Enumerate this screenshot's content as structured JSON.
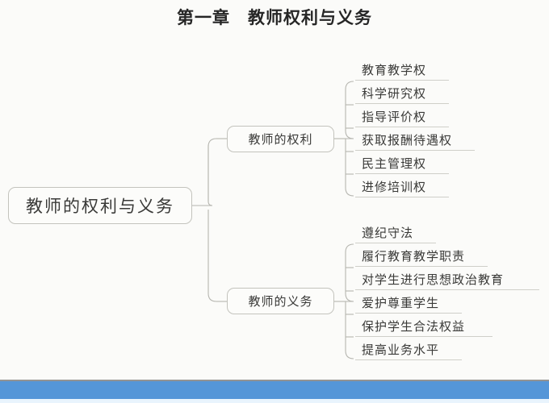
{
  "page": {
    "title": "第一章　教师权利与义务",
    "background_color": "#fbfbf9",
    "node_border_color": "#c3c3bd",
    "connector_color": "#b6b6b0",
    "accent_bar_color": "#5596d8"
  },
  "mindmap": {
    "root": {
      "label": "教师的权利与义务"
    },
    "branches": [
      {
        "label": "教师的权利",
        "leaves": [
          {
            "label": "教育教学权"
          },
          {
            "label": "科学研究权"
          },
          {
            "label": "指导评价权"
          },
          {
            "label": "获取报酬待遇权"
          },
          {
            "label": "民主管理权"
          },
          {
            "label": "进修培训权"
          }
        ]
      },
      {
        "label": "教师的义务",
        "leaves": [
          {
            "label": "遵纪守法"
          },
          {
            "label": "履行教育教学职责"
          },
          {
            "label": "对学生进行思想政治教育"
          },
          {
            "label": "爱护尊重学生"
          },
          {
            "label": "保护学生合法权益"
          },
          {
            "label": "提高业务水平"
          }
        ]
      }
    ]
  }
}
